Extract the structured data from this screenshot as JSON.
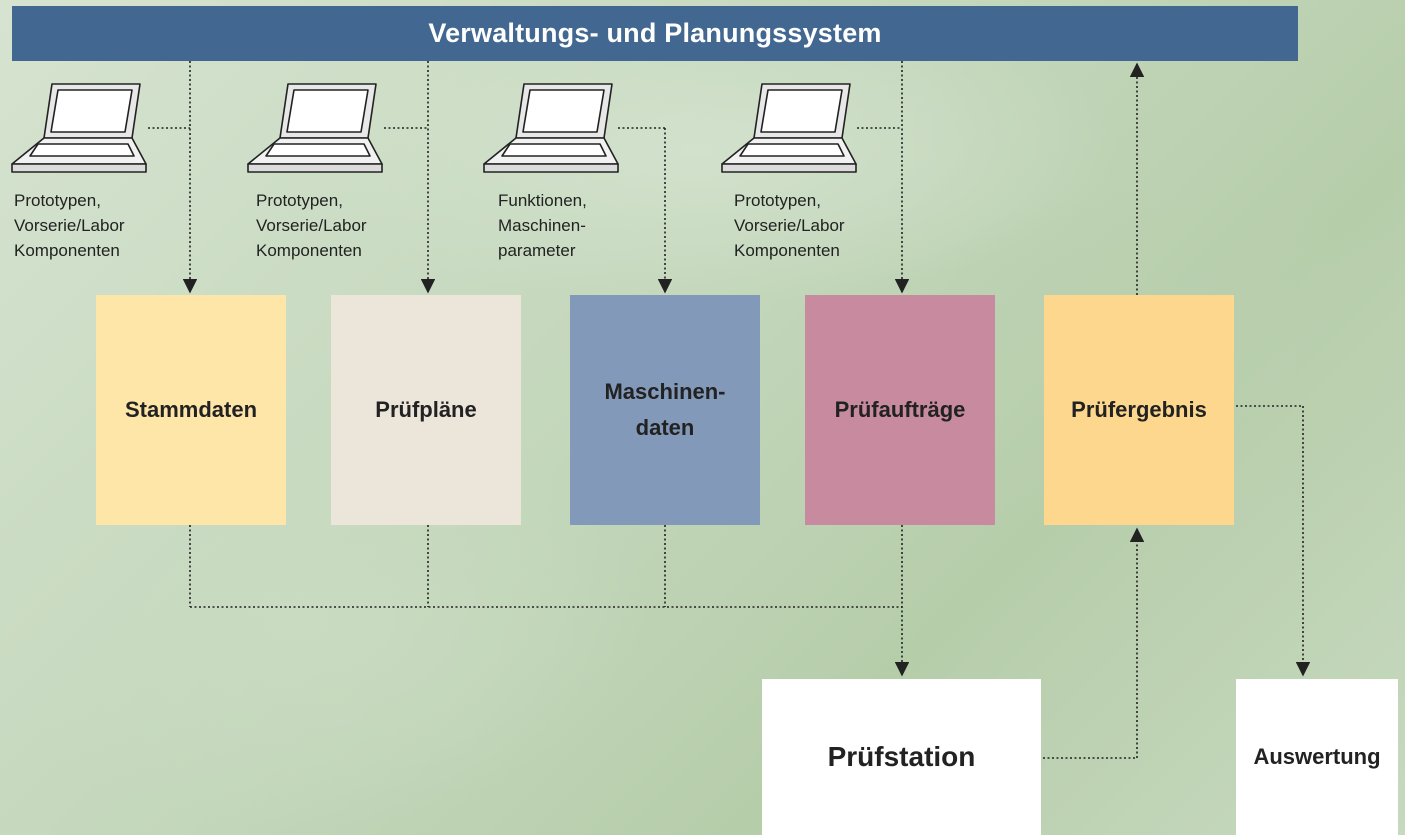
{
  "header": {
    "title": "Verwaltungs- und Planungssystem"
  },
  "sources": [
    {
      "text": "Prototypen,\nVorserie/Labor\nKomponenten"
    },
    {
      "text": "Prototypen,\nVorserie/Labor\nKomponenten"
    },
    {
      "text": "Funktionen,\nMaschinen-\nparameter"
    },
    {
      "text": "Prototypen,\nVorserie/Labor\nKomponenten"
    }
  ],
  "boxes": {
    "stammdaten": "Stammdaten",
    "pruefplaene": "Prüfpläne",
    "maschinendaten": "Maschinen-\ndaten",
    "pruefauftraege": "Prüfaufträge",
    "pruefergebnis": "Prüfergebnis",
    "pruefstation": "Prüfstation",
    "auswertung": "Auswertung"
  },
  "colors": {
    "header": "#426891",
    "stammdaten": "#fde6a8",
    "pruefplaene": "#ebe5da",
    "maschinendaten": "#8299ba",
    "pruefauftraege": "#c78a9e",
    "pruefergebnis": "#fcd78d",
    "output_boxes": "#ffffff"
  },
  "icons": [
    "laptop-icon",
    "laptop-icon",
    "laptop-icon",
    "laptop-icon"
  ]
}
